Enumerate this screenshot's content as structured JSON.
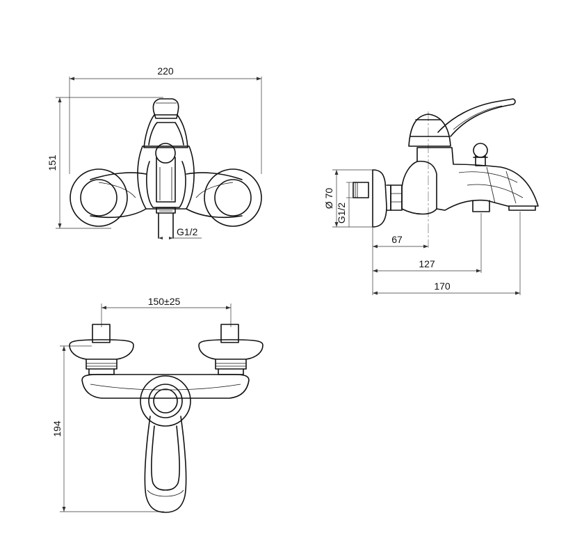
{
  "front_view": {
    "width_dim": "220",
    "height_dim": "151",
    "outlet_thread": "G1/2"
  },
  "side_view": {
    "diameter_dim": "Ø 70",
    "thread_dim": "G1/2",
    "depth_67": "67",
    "depth_127": "127",
    "depth_170": "170"
  },
  "top_view": {
    "spacing_dim": "150±25",
    "height_dim": "194"
  }
}
